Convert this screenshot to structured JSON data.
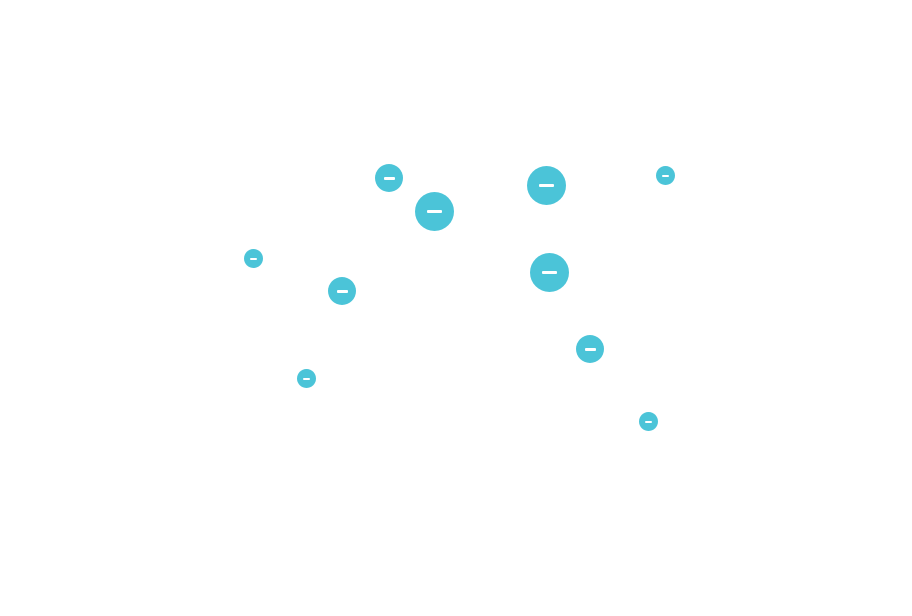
{
  "canvas": {
    "background_color": "#ffffff"
  },
  "markers": {
    "color": "#4bc4d8",
    "glyph_color": "#ffffff",
    "icon": "minus-icon",
    "items": [
      {
        "id": "marker-1",
        "size": "small"
      },
      {
        "id": "marker-2",
        "size": "large"
      },
      {
        "id": "marker-3",
        "size": "large"
      },
      {
        "id": "marker-4",
        "size": "x-small"
      },
      {
        "id": "marker-5",
        "size": "x-small"
      },
      {
        "id": "marker-6",
        "size": "small"
      },
      {
        "id": "marker-7",
        "size": "large"
      },
      {
        "id": "marker-8",
        "size": "small"
      },
      {
        "id": "marker-9",
        "size": "x-small"
      },
      {
        "id": "marker-10",
        "size": "x-small"
      }
    ]
  }
}
